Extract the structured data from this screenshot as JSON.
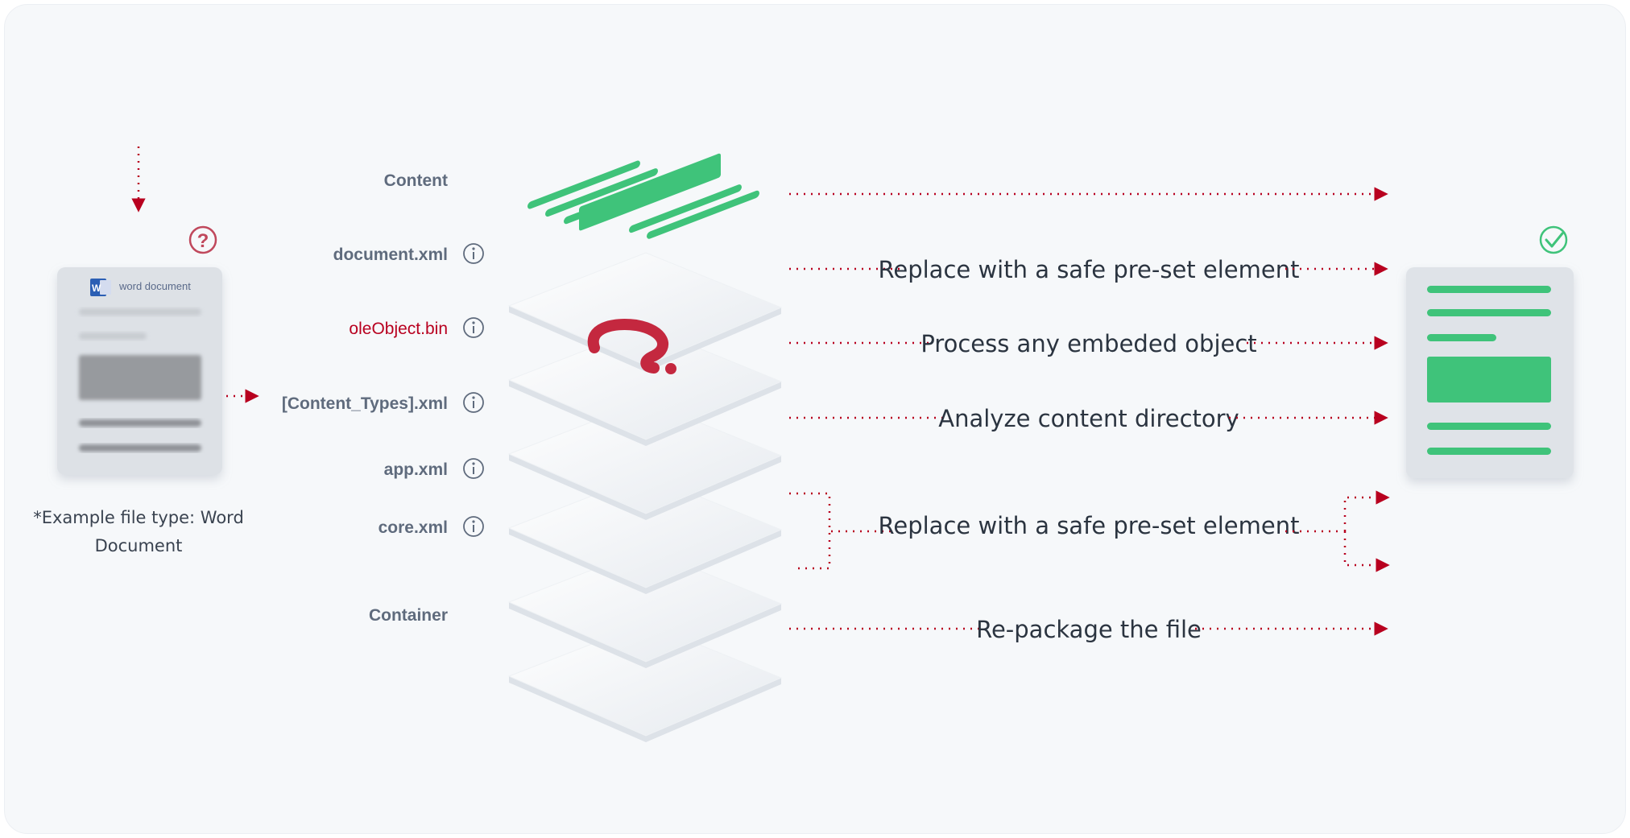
{
  "source_doc": {
    "title": "word document",
    "status_icon": "question-icon",
    "caption_line1": "*Example file type: Word",
    "caption_line2": "Document"
  },
  "layers": [
    {
      "name": "Content",
      "info_icon": false,
      "step": ""
    },
    {
      "name": "document.xml",
      "info_icon": true,
      "step": "Replace with a safe pre-set element"
    },
    {
      "name": "oleObject.bin",
      "info_icon": true,
      "step": "Process any embeded object"
    },
    {
      "name": "[Content_Types].xml",
      "info_icon": true,
      "step": "Analyze content directory"
    },
    {
      "name": "app.xml",
      "info_icon": true,
      "step": ""
    },
    {
      "name": "core.xml",
      "info_icon": true,
      "step": ""
    },
    {
      "name": "Container",
      "info_icon": false,
      "step": ""
    }
  ],
  "grouped_step": "Replace with a safe pre-set element",
  "container_step": "Re-package the file",
  "result_doc": {
    "status_icon": "check-icon"
  },
  "colors": {
    "accent_red": "#b8001f",
    "safe_green": "#3fc37a",
    "label_gray": "#5f6b7d",
    "text_dark": "#2b3440"
  }
}
